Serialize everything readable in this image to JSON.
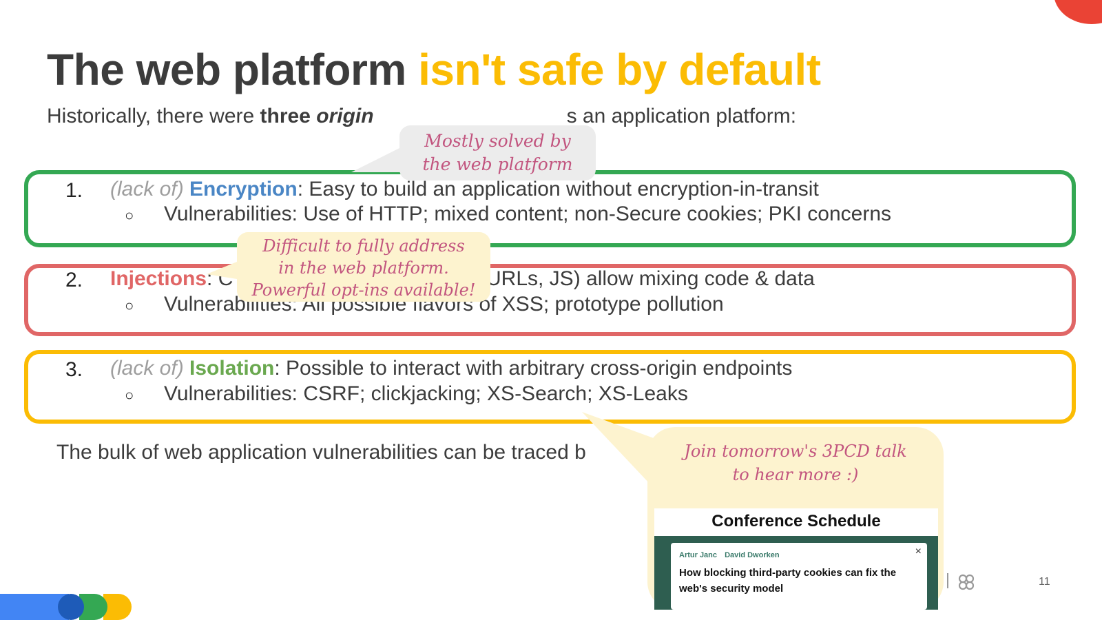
{
  "slide": {
    "title_part1": "The web platform ",
    "title_part2": "isn't safe by default",
    "subtitle_pre": "Historically, there were ",
    "subtitle_bold": "three ",
    "subtitle_italic": "origin",
    "subtitle_post": "s an application platform:",
    "page_number": "11"
  },
  "items": [
    {
      "number": "1.",
      "prefix": "(lack of) ",
      "keyword": "Encryption",
      "text": ": Easy to build an application without encryption-in-transit",
      "sub": "Vulnerabilities: Use of HTTP; mixed content; non-Secure cookies; PKI concerns"
    },
    {
      "number": "2.",
      "keyword": "Injections",
      "text_a": ": C",
      "text_b": "URLs, JS) allow mixing code & data",
      "sub": "Vulnerabilities: All possible flavors of XSS; prototype pollution"
    },
    {
      "number": "3.",
      "prefix": "(lack of) ",
      "keyword": "Isolation",
      "text": ": Possible to interact with arbitrary cross-origin endpoints",
      "sub": "Vulnerabilities: CSRF; clickjacking; XS-Search; XS-Leaks"
    }
  ],
  "bullet_glyph": "○",
  "footer": "The bulk of web application vulnerabilities can be traced b",
  "callouts": {
    "gray": [
      "Mostly solved by",
      "the web platform"
    ],
    "cream1": [
      "Difficult to fully address",
      "in the web platform.",
      "Powerful opt-ins available!"
    ],
    "cream2": [
      "Join tomorrow's 3PCD talk",
      "to hear more :)"
    ]
  },
  "schedule": {
    "title": "Conference Schedule",
    "speakers": [
      "Artur Janc",
      "David Dworken"
    ],
    "talk_title": "How blocking third-party cookies can fix the web's security model",
    "close_label": "×"
  },
  "colors": {
    "green": "#34a853",
    "red": "#e06666",
    "yellow": "#fbbc04",
    "blue": "#4285f4",
    "corner_red": "#ea4335"
  }
}
